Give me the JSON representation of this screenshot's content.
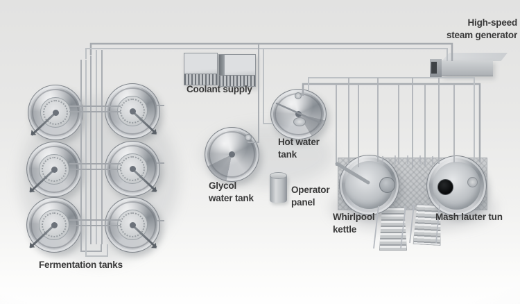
{
  "labels": {
    "fermentation_tanks": "Fermentation tanks",
    "coolant_supply": "Coolant supply",
    "glycol_water_tank": [
      "Glycol",
      "water tank"
    ],
    "hot_water_tank": [
      "Hot water",
      "tank"
    ],
    "operator_panel": [
      "Operator",
      "panel"
    ],
    "whirlpool_kettle": [
      "Whirlpool",
      "kettle"
    ],
    "mash_lauter_tun": "Mash lauter tun",
    "steam_generator": [
      "High-speed",
      "steam generator"
    ]
  },
  "equipment_counts": {
    "fermentation_tanks": 6,
    "coolant_supply_units": 2
  },
  "colors": {
    "background_top": "#e2e2e1",
    "background_bottom": "#fefefe",
    "metal_light": "#e6e8ea",
    "metal_mid": "#b4b8bc",
    "metal_dark": "#878d93",
    "pipe": "#b3b7bc",
    "label_text": "#383838"
  }
}
